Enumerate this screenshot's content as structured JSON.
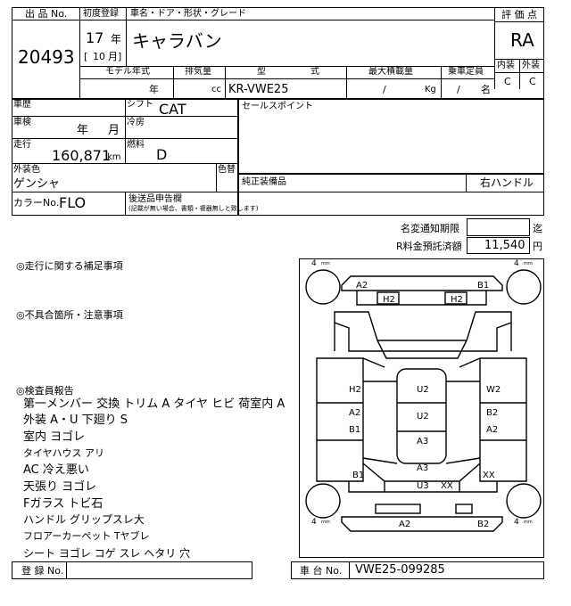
{
  "header": {
    "lot_no_label": "出 品 No.",
    "lot_no": "20493",
    "first_reg_label": "初度登録",
    "name_label": "車名・ドア・形状・グレード",
    "reg_year": "17",
    "year_unit": "年",
    "reg_month_bracket_open": "[",
    "reg_month": "10",
    "reg_month_bracket_close": "月]",
    "car_name": "キャラバン",
    "eval_label": "評 価 点",
    "eval": "RA",
    "interior_label": "内装",
    "exterior_label": "外装",
    "interior": "C",
    "exterior": "C",
    "model_year_label": "モデル年式",
    "displacement_label": "排気量",
    "type_label1": "型",
    "type_label2": "式",
    "max_load_label": "最大積載量",
    "capacity_label": "乗車定員",
    "model_year_unit": "年",
    "displacement_unit": "cc",
    "type": "KR-VWE25",
    "max_load_slash": "/",
    "max_load_unit": "Kg",
    "capacity_slash": "/",
    "capacity_unit": "名"
  },
  "specs": {
    "history_label": "車歴",
    "shift_label": "シフト",
    "shift": "CAT",
    "inspection_label": "車検",
    "inspection_year_unit": "年",
    "inspection_month_unit": "月",
    "ac_label": "冷房",
    "mileage_label": "走行",
    "mileage": "160,871",
    "mileage_unit": "km",
    "fuel_label": "燃料",
    "fuel": "D",
    "exterior_color_label": "外装色",
    "exterior_color": "ゲンシャ",
    "color_change_label": "色替",
    "color_no_label": "カラーNo.",
    "color_no": "FLO",
    "post_declaration_label": "後送品申告欄",
    "post_declaration_note": "(記載が無い場合、書類・複器無しと致します)",
    "sales_point_label": "セールスポイント",
    "genuine_equip_label": "純正装備品",
    "steering": "右ハンドル"
  },
  "notices": {
    "notice_deadline_label": "名変通知期限",
    "notice_deadline_unit": "迄",
    "recycle_label": "R料金預託済額",
    "recycle_amount": "11,540",
    "recycle_unit": "円"
  },
  "remarks": {
    "driving_label": "◎走行に関する補足事項",
    "defects_label": "◎不具合箇所・注意事項",
    "inspector_label": "◎検査員報告",
    "inspector_lines": [
      "第一メンバー 交換  トリム A  タイヤ ヒビ  荷室内 A",
      "外装 A・U  下廻り S",
      "室内 ヨゴレ",
      "タイヤハウス アリ",
      "AC 冷え悪い",
      "天張り ヨゴレ",
      "Fガラス トビ石",
      "ハンドル グリップスレ大",
      "フロアーカーペット Tヤブレ",
      "シート ヨゴレ コゲ スレ ヘタリ 穴"
    ]
  },
  "diagram": {
    "tire_labels": [
      "4",
      "4",
      "4",
      "4"
    ],
    "tire_unit": "mm",
    "marks": {
      "front_bumper_left": "A2",
      "front_bumper_right": "B1",
      "headlight_left": "H2",
      "headlight_right": "H2",
      "left_front": "H2",
      "left_mid_top": "A2",
      "left_mid_bottom": "B1",
      "left_rear": "B1",
      "roof_front": "U2",
      "roof_mid": "U2",
      "roof_rear": "A3",
      "lower_mid": "A3",
      "lower_u3": "U3",
      "lower_xx": "XX",
      "right_front": "W2",
      "right_mid_top": "B2",
      "right_mid_bottom": "A2",
      "right_rear": "XX",
      "rear_bumper_left": "A2",
      "rear_bumper_right": "B2"
    }
  },
  "footer": {
    "reg_no_label": "登 録 No.",
    "chassis_label": "車 台 No.",
    "chassis_no": "VWE25-099285"
  }
}
